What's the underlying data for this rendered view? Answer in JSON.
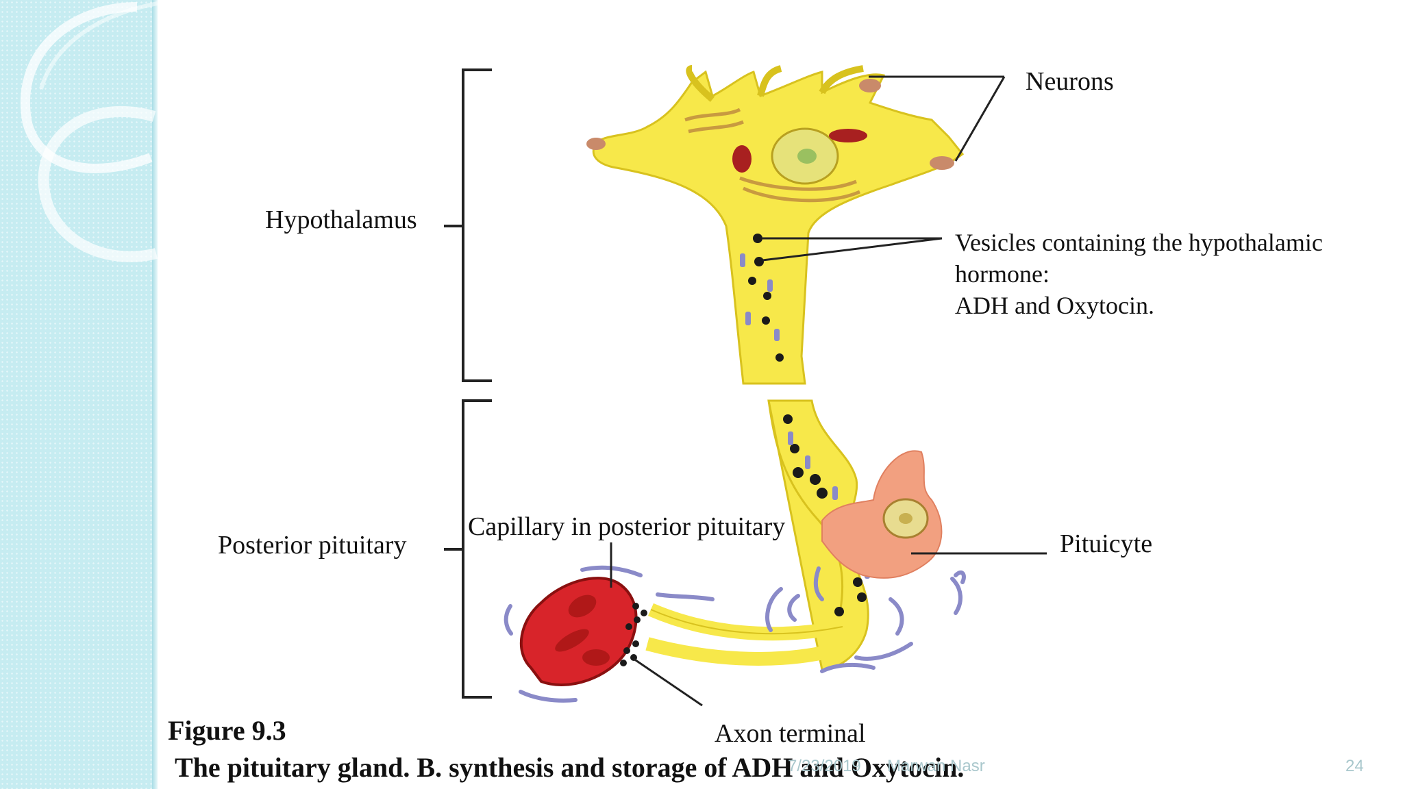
{
  "labels": {
    "neurons": "Neurons",
    "hypothalamus": "Hypothalamus",
    "vesicles_line1": "Vesicles containing the hypothalamic",
    "vesicles_line2": "hormone:",
    "vesicles_line3": "ADH and Oxytocin.",
    "posterior_pituitary": "Posterior pituitary",
    "capillary": "Capillary in posterior pituitary",
    "pituicyte": "Pituicyte",
    "axon_terminal": "Axon terminal"
  },
  "caption": {
    "figure_number": "Figure 9.3",
    "text": "The pituitary gland. B. synthesis and storage of ADH and Oxytocin."
  },
  "footer": {
    "date": "7/23/2019",
    "author": "Marwan Nasr",
    "page_number": "24"
  },
  "colors": {
    "neuron_fill": "#f7e84a",
    "neuron_outline": "#d8c21e",
    "capillary_red": "#d8242a",
    "pituicyte_pink": "#f2a080",
    "vesicle_dark": "#1a1a1a",
    "vesicle_lilac": "#8a8ac8",
    "sidebar": "#c6ecf1"
  }
}
